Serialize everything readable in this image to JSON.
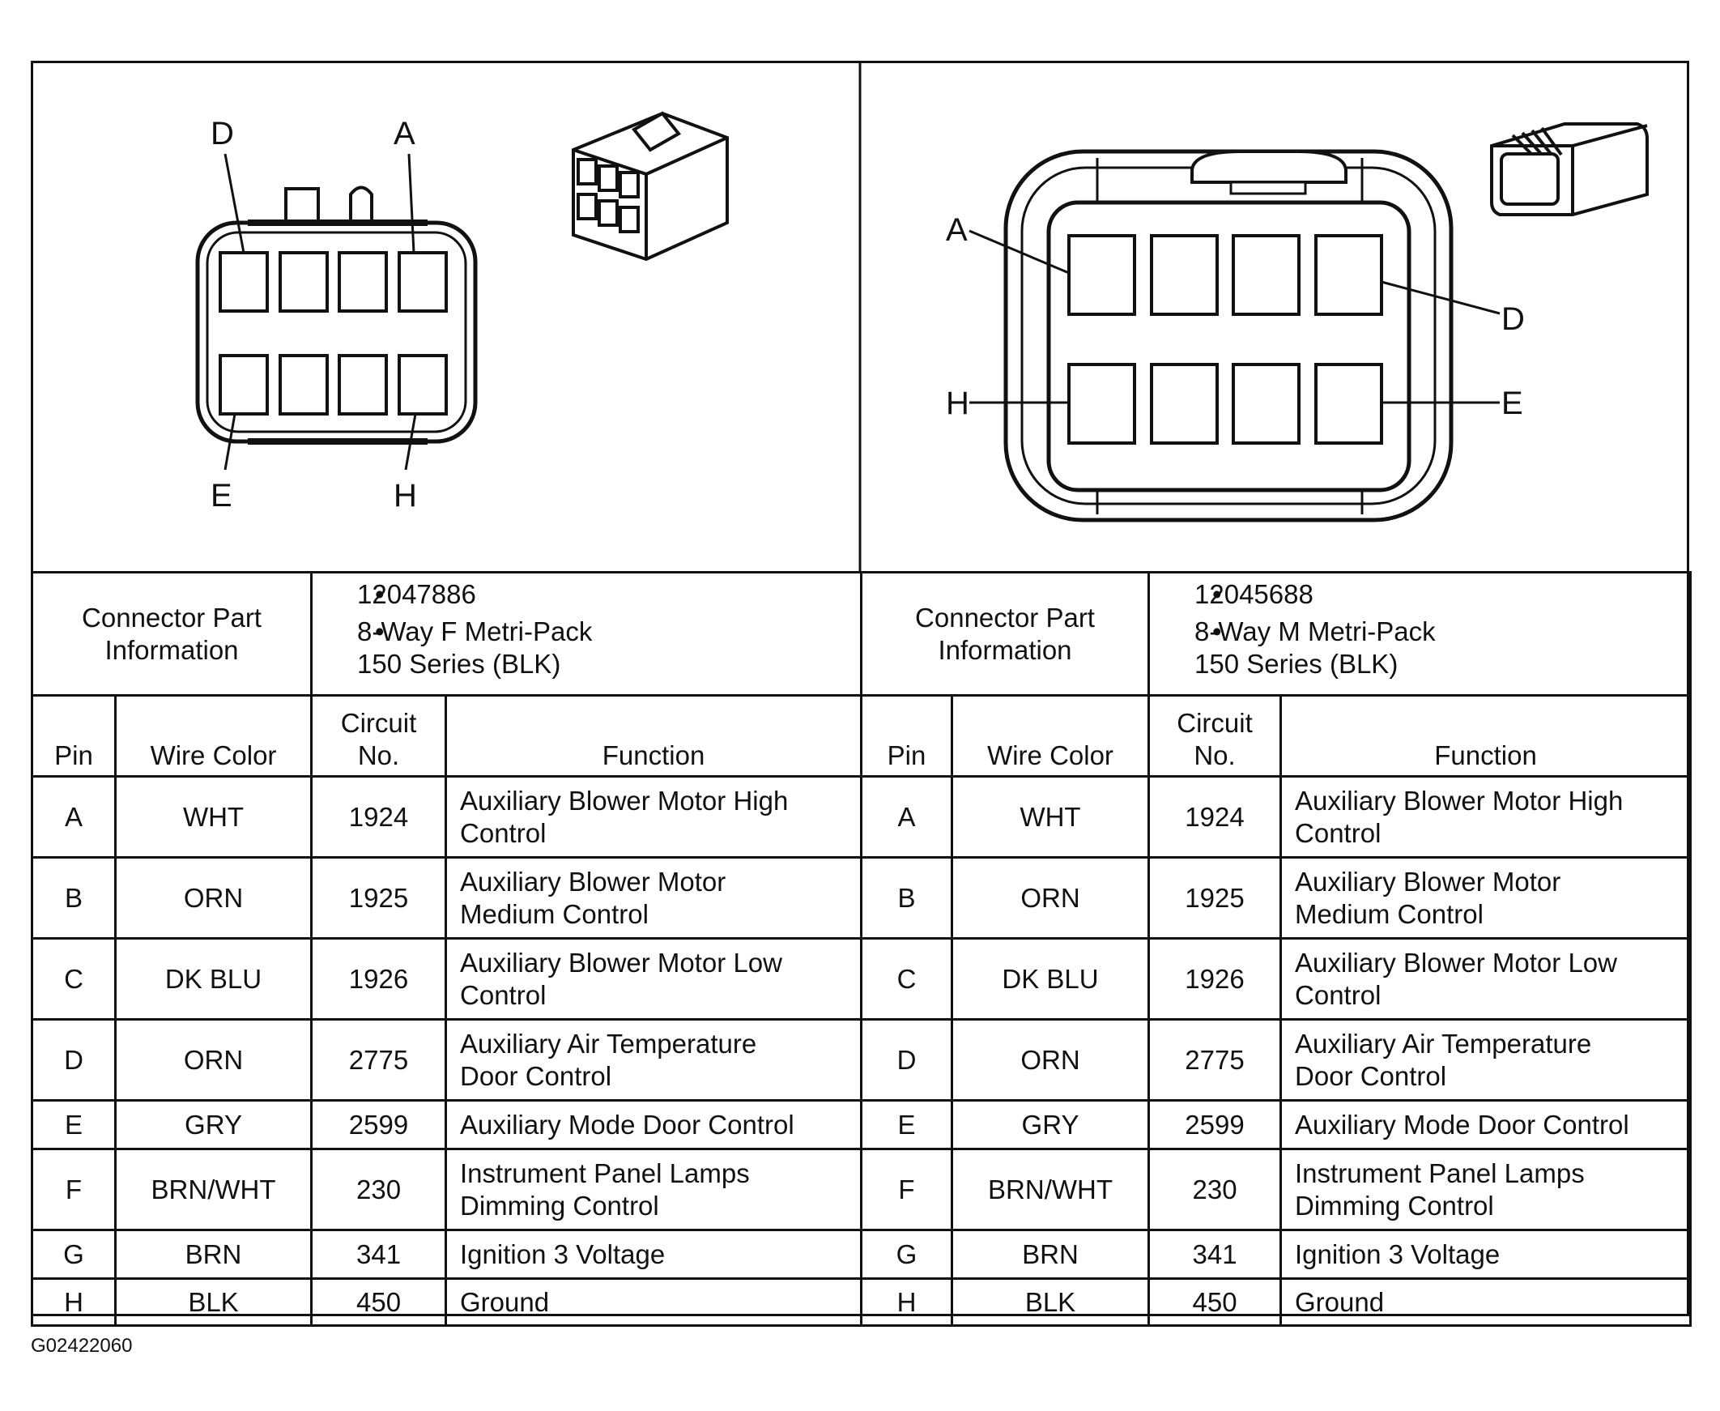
{
  "female": {
    "labels": {
      "top_left": "D",
      "top_right": "A",
      "bottom_left": "E",
      "bottom_right": "H"
    },
    "info_title": "Connector Part Information",
    "part_number": "12047886",
    "description_line1": "8-Way F Metri-Pack",
    "description_line2": "150 Series (BLK)"
  },
  "male": {
    "labels": {
      "top_left": "A",
      "top_right": "D",
      "bottom_left": "H",
      "bottom_right": "E"
    },
    "info_title": "Connector Part Information",
    "part_number": "12045688",
    "description_line1": "8-Way M Metri-Pack",
    "description_line2": "150 Series (BLK)"
  },
  "headers": {
    "pin": "Pin",
    "wire_color": "Wire Color",
    "circuit_line1": "Circuit",
    "circuit_line2": "No.",
    "function": "Function"
  },
  "rows": [
    {
      "pin": "A",
      "wire": "WHT",
      "circuit": "1924",
      "fn1": "Auxiliary Blower Motor High",
      "fn2": "Control"
    },
    {
      "pin": "B",
      "wire": "ORN",
      "circuit": "1925",
      "fn1": "Auxiliary Blower Motor",
      "fn2": "Medium Control"
    },
    {
      "pin": "C",
      "wire": "DK BLU",
      "circuit": "1926",
      "fn1": "Auxiliary Blower Motor Low",
      "fn2": "Control"
    },
    {
      "pin": "D",
      "wire": "ORN",
      "circuit": "2775",
      "fn1": "Auxiliary Air Temperature",
      "fn2": "Door Control"
    },
    {
      "pin": "E",
      "wire": "GRY",
      "circuit": "2599",
      "fn1": "Auxiliary Mode Door Control",
      "fn2": ""
    },
    {
      "pin": "F",
      "wire": "BRN/WHT",
      "circuit": "230",
      "fn1": "Instrument Panel Lamps",
      "fn2": "Dimming Control"
    },
    {
      "pin": "G",
      "wire": "BRN",
      "circuit": "341",
      "fn1": "Ignition 3 Voltage",
      "fn2": ""
    },
    {
      "pin": "H",
      "wire": "BLK",
      "circuit": "450",
      "fn1": "Ground",
      "fn2": ""
    }
  ],
  "figure_id": "G02422060"
}
